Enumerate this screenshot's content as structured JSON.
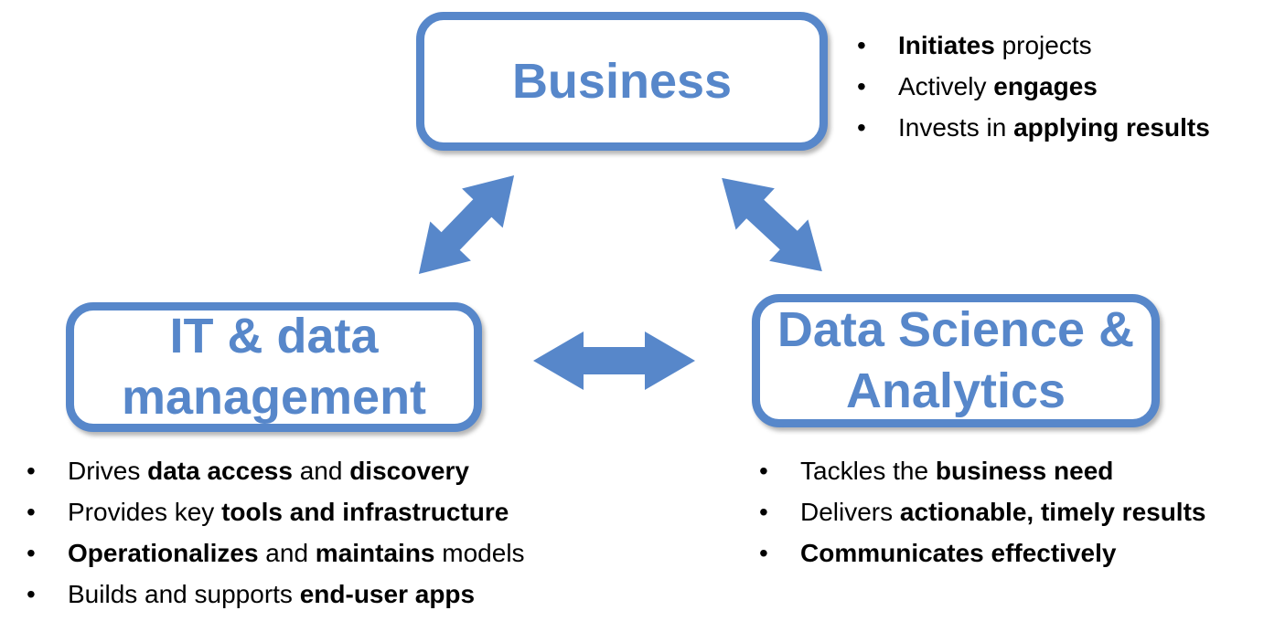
{
  "colors": {
    "accent_blue": "#5787CA",
    "text": "#000000",
    "background": "#FFFFFF"
  },
  "bullet_marker": "•",
  "boxes": {
    "business": {
      "label": "Business"
    },
    "it": {
      "line1": "IT & data",
      "line2": "management"
    },
    "ds": {
      "line1": "Data Science &",
      "line2": "Analytics"
    }
  },
  "arrows": [
    {
      "name": "business-it",
      "type": "double-headed",
      "direction": "diagonal"
    },
    {
      "name": "business-ds",
      "type": "double-headed",
      "direction": "diagonal"
    },
    {
      "name": "it-ds",
      "type": "double-headed",
      "direction": "horizontal"
    }
  ],
  "lists": {
    "business": {
      "items": [
        {
          "segments": [
            {
              "t": "Initiates",
              "b": true
            },
            {
              "t": " projects",
              "b": false
            }
          ]
        },
        {
          "segments": [
            {
              "t": "Actively ",
              "b": false
            },
            {
              "t": "engages",
              "b": true
            }
          ]
        },
        {
          "segments": [
            {
              "t": "Invests in ",
              "b": false
            },
            {
              "t": "applying results",
              "b": true
            }
          ]
        }
      ]
    },
    "it": {
      "items": [
        {
          "segments": [
            {
              "t": "Drives ",
              "b": false
            },
            {
              "t": "data access",
              "b": true
            },
            {
              "t": " and ",
              "b": false
            },
            {
              "t": "discovery",
              "b": true
            }
          ]
        },
        {
          "segments": [
            {
              "t": "Provides key ",
              "b": false
            },
            {
              "t": "tools and infrastructure",
              "b": true
            }
          ]
        },
        {
          "segments": [
            {
              "t": "Operationalizes",
              "b": true
            },
            {
              "t": " and ",
              "b": false
            },
            {
              "t": "maintains",
              "b": true
            },
            {
              "t": " models",
              "b": false
            }
          ]
        },
        {
          "segments": [
            {
              "t": "Builds and supports ",
              "b": false
            },
            {
              "t": "end-user apps",
              "b": true
            }
          ]
        }
      ]
    },
    "ds": {
      "items": [
        {
          "segments": [
            {
              "t": "Tackles the ",
              "b": false
            },
            {
              "t": "business need",
              "b": true
            }
          ]
        },
        {
          "segments": [
            {
              "t": "Delivers ",
              "b": false
            },
            {
              "t": "actionable, timely results",
              "b": true
            }
          ]
        },
        {
          "segments": [
            {
              "t": "Communicates effectively",
              "b": true
            }
          ]
        }
      ]
    }
  }
}
